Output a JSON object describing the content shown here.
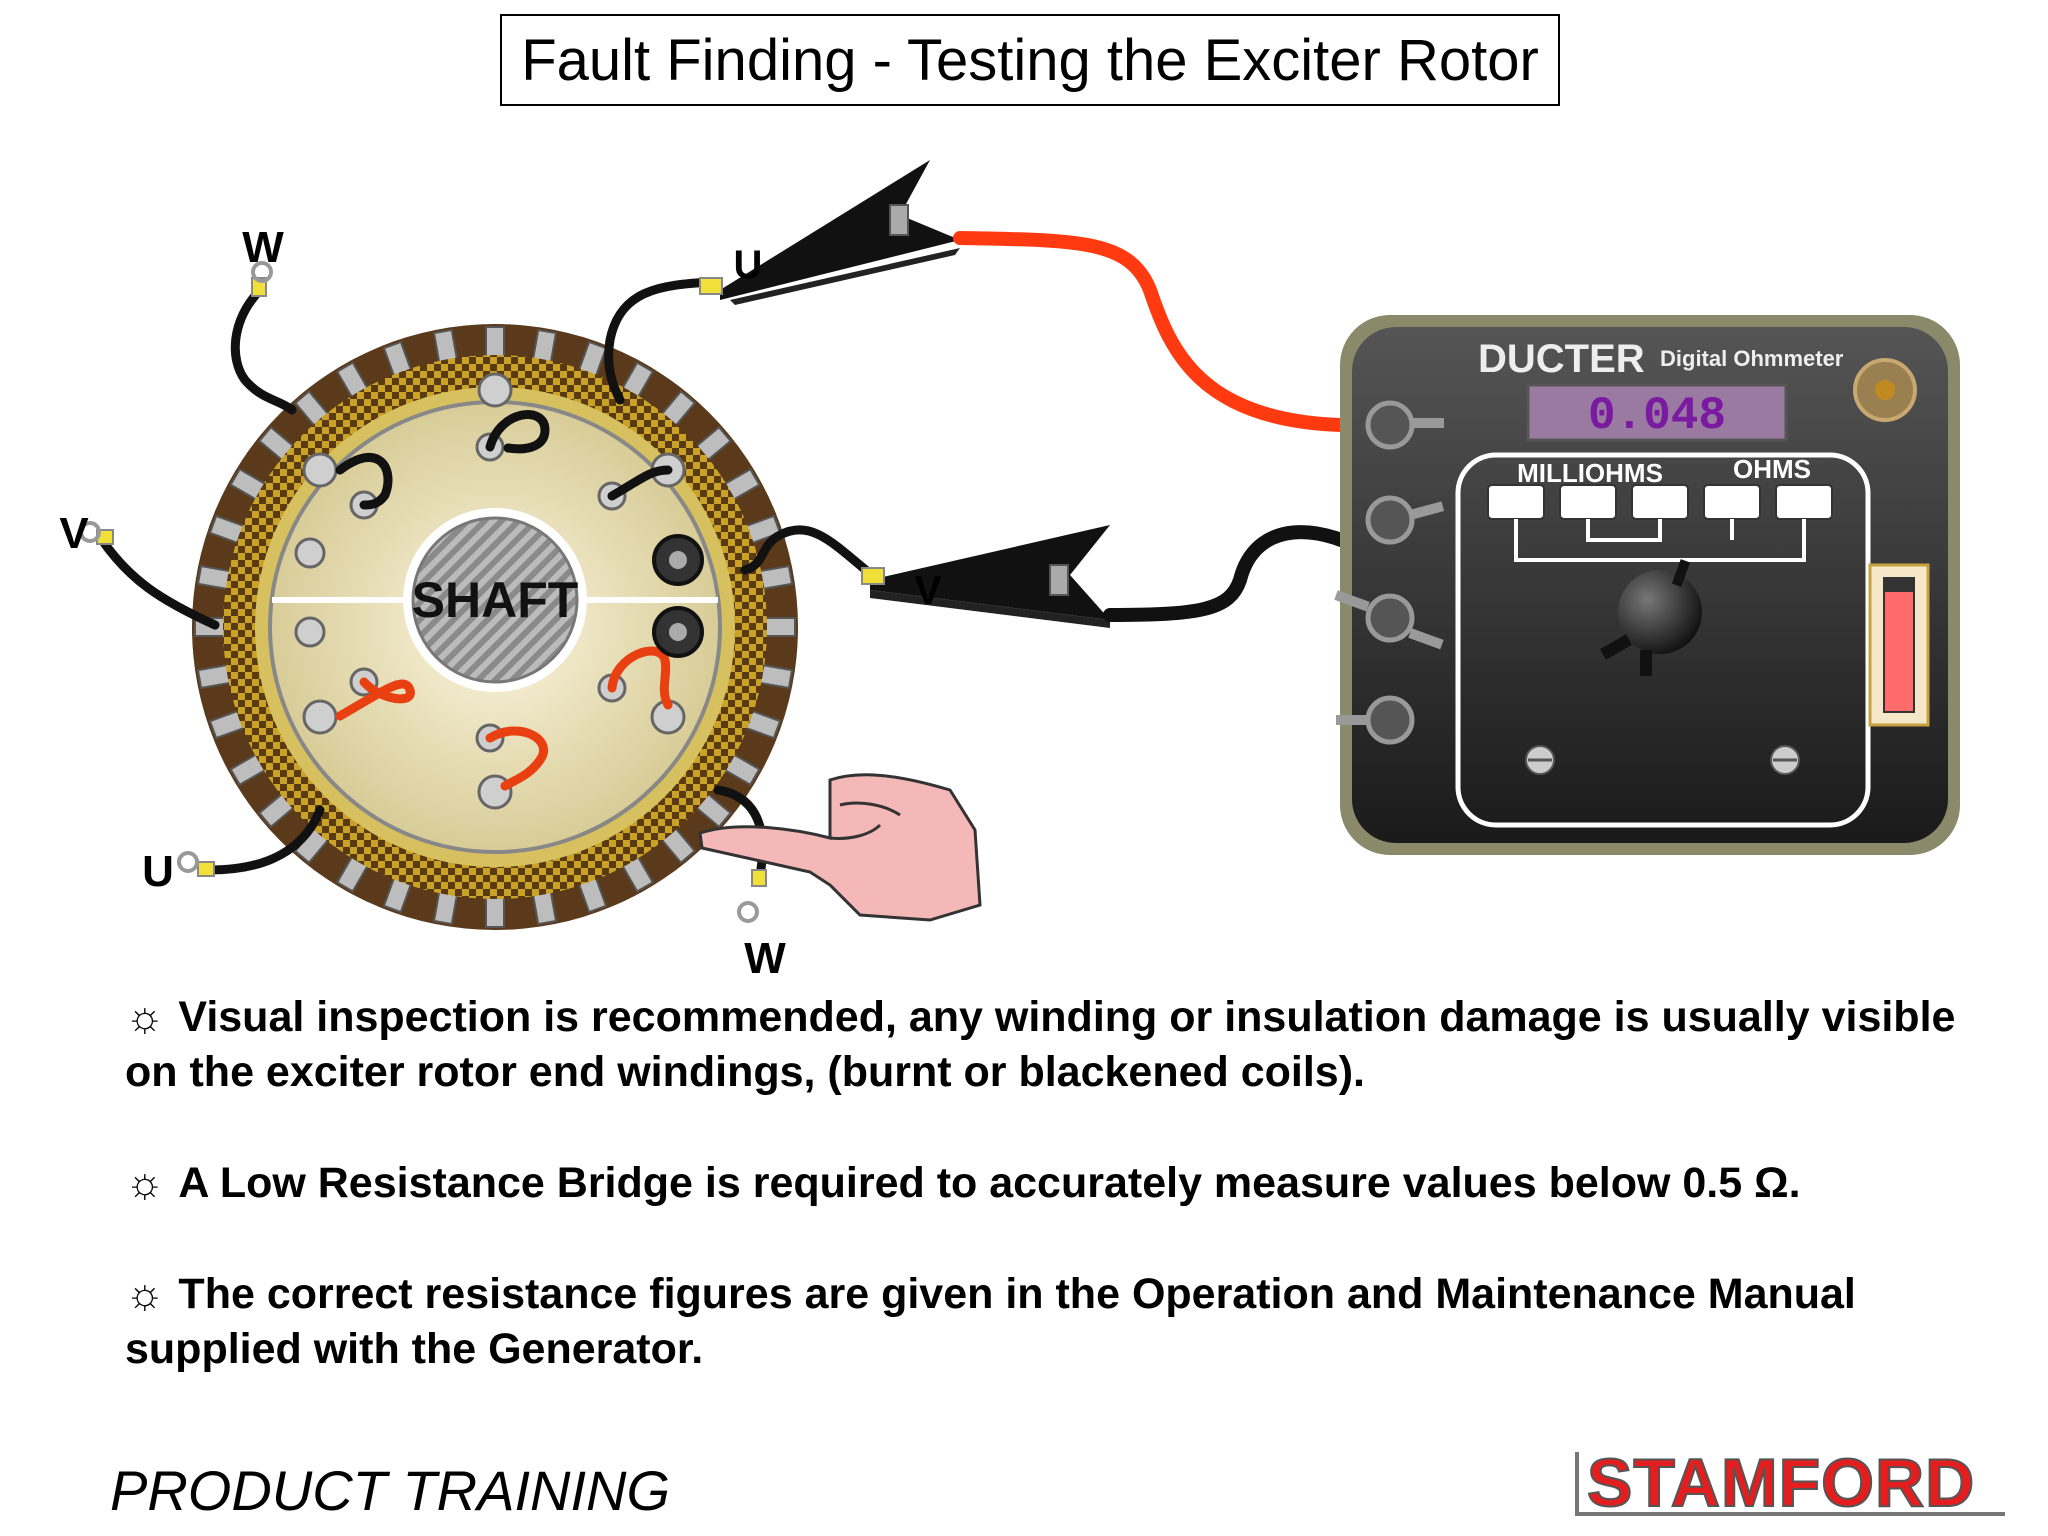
{
  "title": "Fault Finding - Testing the Exciter Rotor",
  "rotor": {
    "shaft_label": "SHAFT",
    "lead_labels": {
      "w_top": "W",
      "v_left": "V",
      "u_bottom": "U",
      "w_bottom": "W"
    }
  },
  "clips": {
    "u_label": "U",
    "v_label": "V"
  },
  "meter": {
    "brand": "DUCTER",
    "subtitle": "Digital Ohmmeter",
    "reading": "0.048",
    "range_milliohms": "MILLIOHMS",
    "range_ohms": "OHMS"
  },
  "bullets": [
    "Visual inspection is recommended, any winding or insulation damage is usually visible on the exciter rotor end windings, (burnt or blackened coils).",
    "A Low Resistance Bridge is required to accurately measure values below 0.5 Ω.",
    "The correct resistance figures are given in the Operation and Maintenance Manual supplied with the Generator."
  ],
  "bullet_symbol": "☼",
  "footer": {
    "left": "PRODUCT TRAINING",
    "logo": "STAMFORD"
  },
  "colors": {
    "meter_body": "#3a3a3a",
    "meter_border": "#7a7a5a",
    "display_bg": "#9a7aa0",
    "display_text": "#7a1aa0",
    "red_lead": "#ff3a10",
    "rotor_core": "#e8ddb0",
    "logo_red": "#e41e1e",
    "hand_skin": "#f5b8b8"
  },
  "icons": [
    "crocodile-clip-icon",
    "pointing-hand-icon",
    "selector-knob-icon",
    "terminal-post-icon"
  ]
}
